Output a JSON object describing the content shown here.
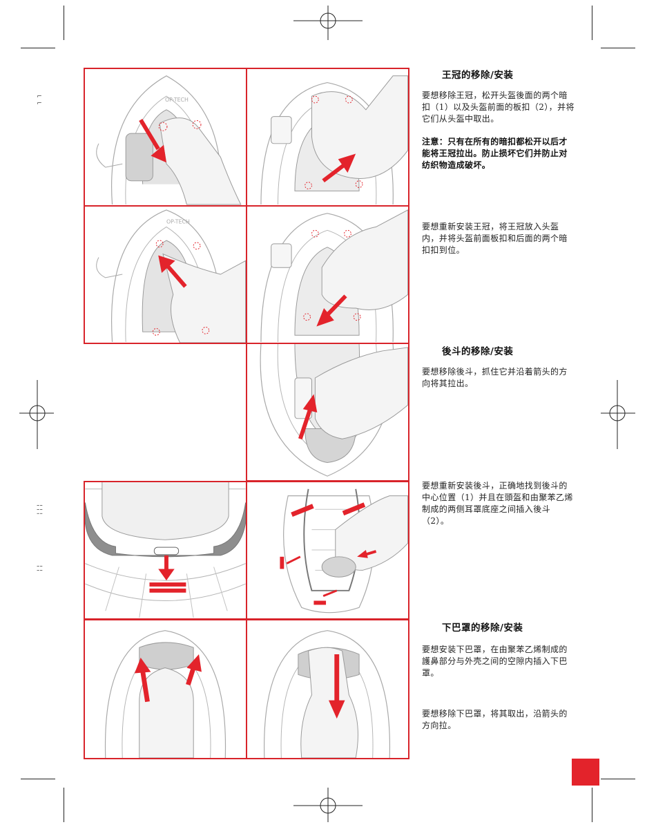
{
  "sections": {
    "crown": {
      "heading": "王冠的移除/安装",
      "remove_text": "要想移除王冠，松开头盔後面的两个暗扣（1）以及头盔前面的板扣（2），并将它们从头盔中取出。",
      "warning_text": "注意：只有在所有的暗扣都松开以后才能将王冠拉出。防止损坏它们并防止对纺织物造成破坏。",
      "install_text": "要想重新安装王冠，将王冠放入头盔内，并将头盔前面板扣和后面的两个暗扣扣到位。"
    },
    "neck_roll": {
      "heading": "後斗的移除/安装",
      "remove_text": "要想移除後斗，抓住它并沿着箭头的方向将其拉出。",
      "install_text": "要想重新安装後斗，正确地找到後斗的中心位置（1）并且在頭盔和由聚苯乙烯制成的两侧耳罩底座之间插入後斗（2）。"
    },
    "chin_curtain": {
      "heading": "下巴罩的移除/安装",
      "install_text": "要想安装下巴罩，在由聚苯乙烯制成的護鼻部分与外壳之间的空隙内插入下巴罩。",
      "remove_text": "要想移除下巴罩，将其取出，沿箭头的方向拉。"
    }
  },
  "illustrations": {
    "brand_label": "OP-TECH"
  },
  "colors": {
    "frame": "#d8232a",
    "arrow": "#e3232b",
    "line_art": "#9a9a9a",
    "page_tab": "#e3232b"
  }
}
